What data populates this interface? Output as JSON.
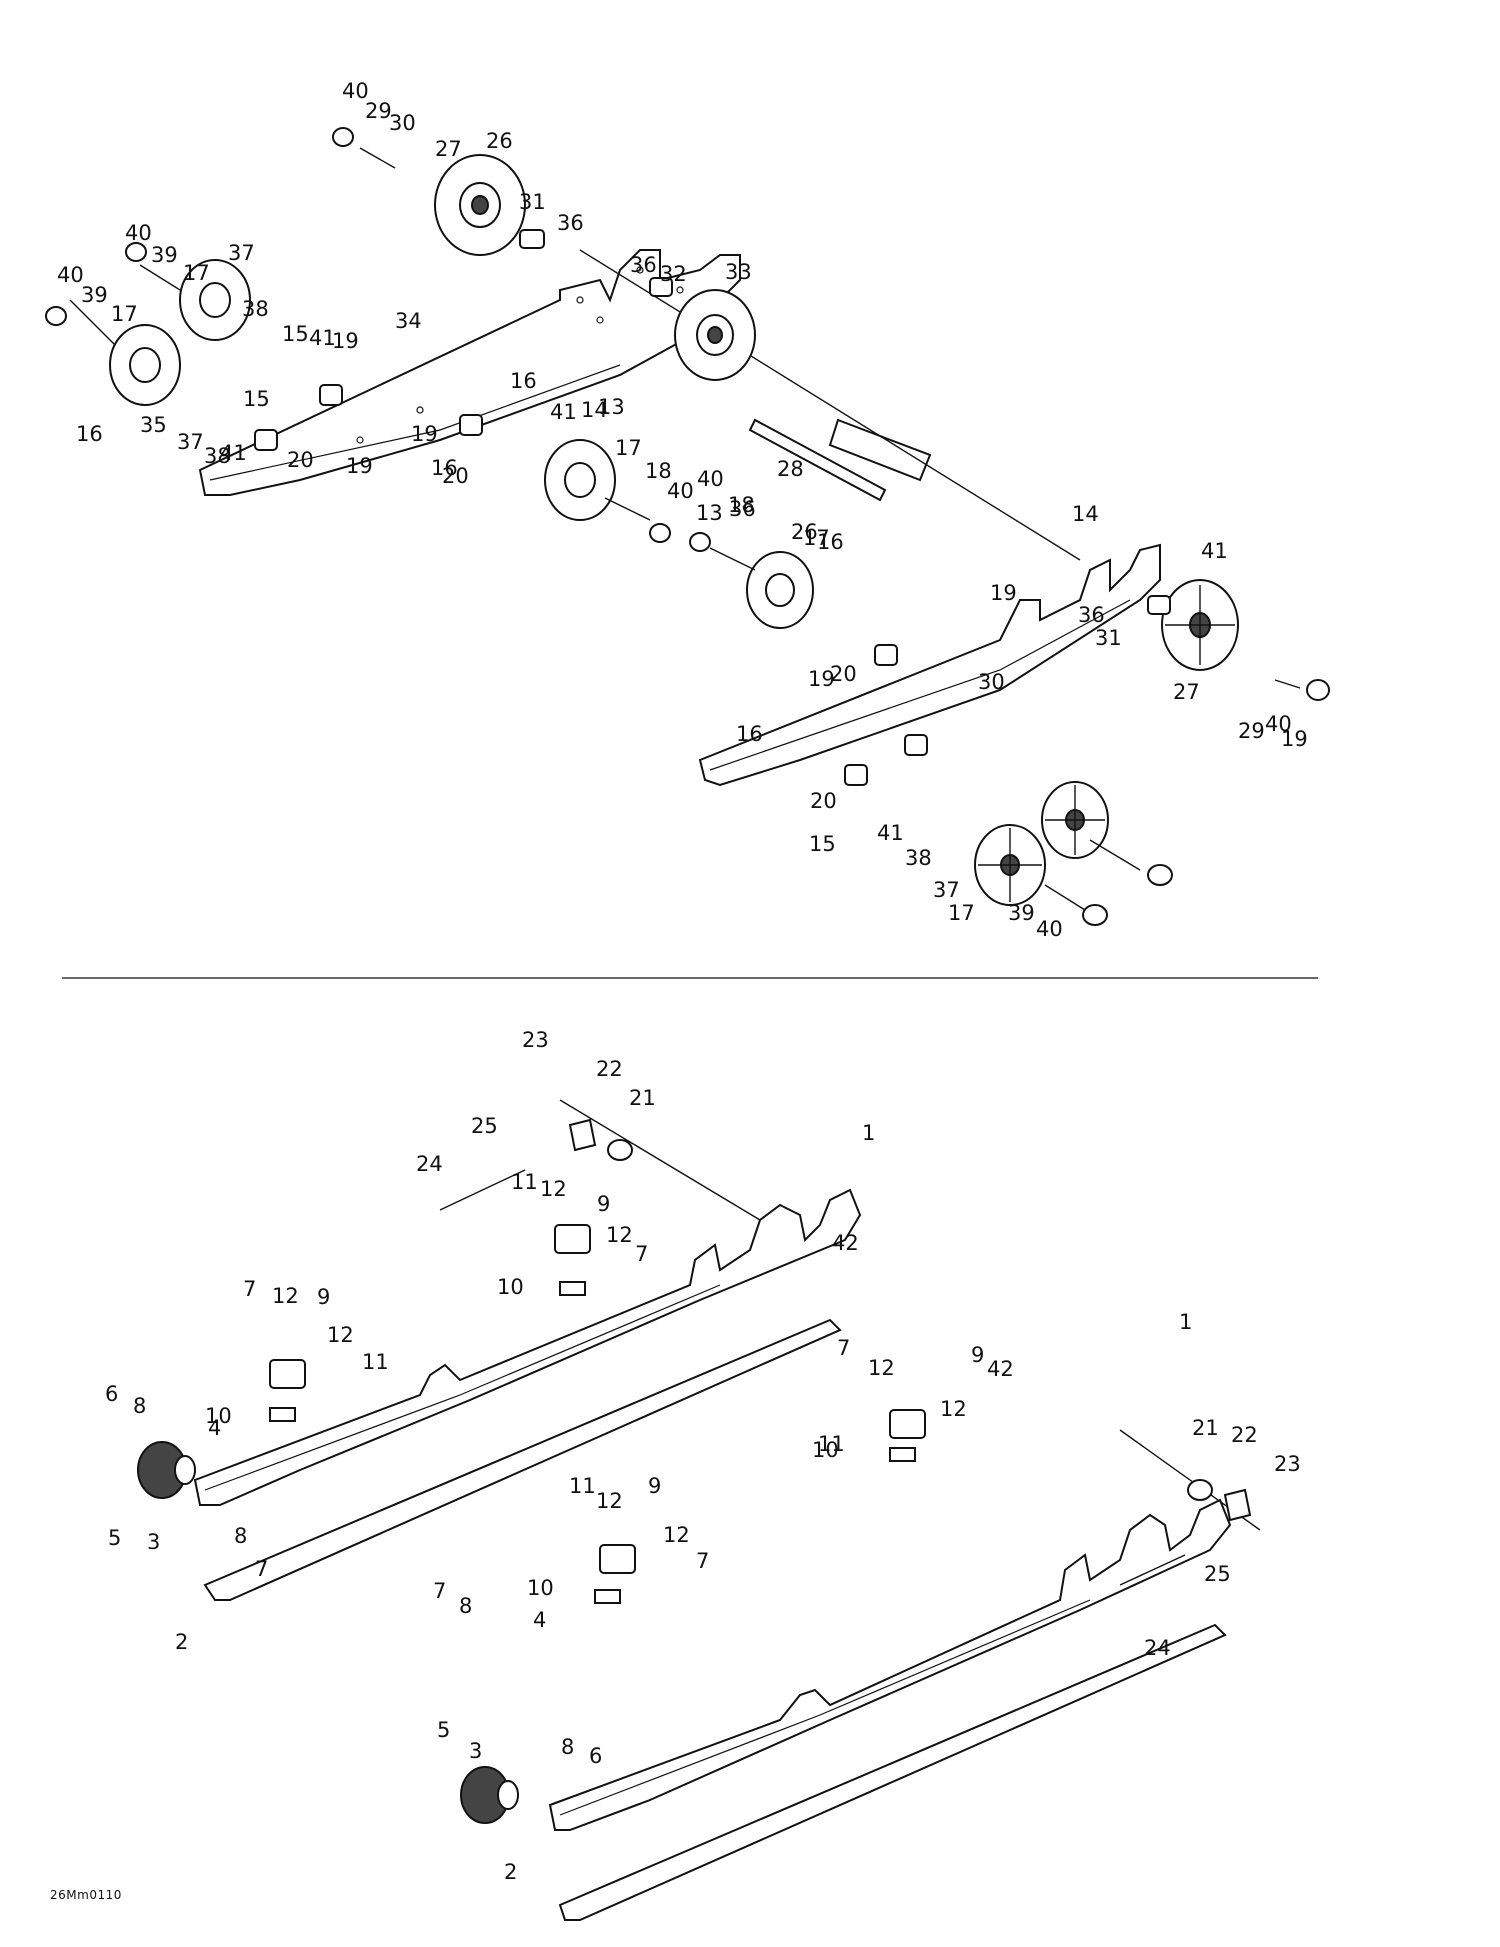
{
  "diagram": {
    "reference_code": "26Mm0110",
    "upper_callouts": [
      "40",
      "29",
      "30",
      "27",
      "26",
      "31",
      "36",
      "40",
      "39",
      "17",
      "37",
      "36",
      "32",
      "33",
      "40",
      "39",
      "17",
      "38",
      "15",
      "41",
      "34",
      "19",
      "16",
      "35",
      "37",
      "38",
      "15",
      "41",
      "16",
      "20",
      "41",
      "14",
      "13",
      "19",
      "16",
      "20",
      "19",
      "28",
      "17",
      "18",
      "40",
      "40",
      "18",
      "17",
      "13",
      "36",
      "26",
      "14",
      "41",
      "16",
      "36",
      "31",
      "27",
      "19",
      "20",
      "19",
      "30",
      "29",
      "40",
      "19",
      "16",
      "20",
      "15",
      "41",
      "38",
      "37",
      "17",
      "39",
      "40"
    ],
    "lower_callouts": [
      "23",
      "22",
      "21",
      "25",
      "1",
      "24",
      "11",
      "12",
      "9",
      "12",
      "42",
      "7",
      "10",
      "7",
      "12",
      "9",
      "12",
      "11",
      "1",
      "7",
      "12",
      "9",
      "42",
      "6",
      "8",
      "10",
      "12",
      "4",
      "11",
      "10",
      "21",
      "22",
      "23",
      "5",
      "3",
      "8",
      "7",
      "11",
      "12",
      "9",
      "12",
      "7",
      "25",
      "24",
      "2",
      "10",
      "7",
      "8",
      "4",
      "5",
      "3",
      "8",
      "6",
      "2"
    ]
  }
}
